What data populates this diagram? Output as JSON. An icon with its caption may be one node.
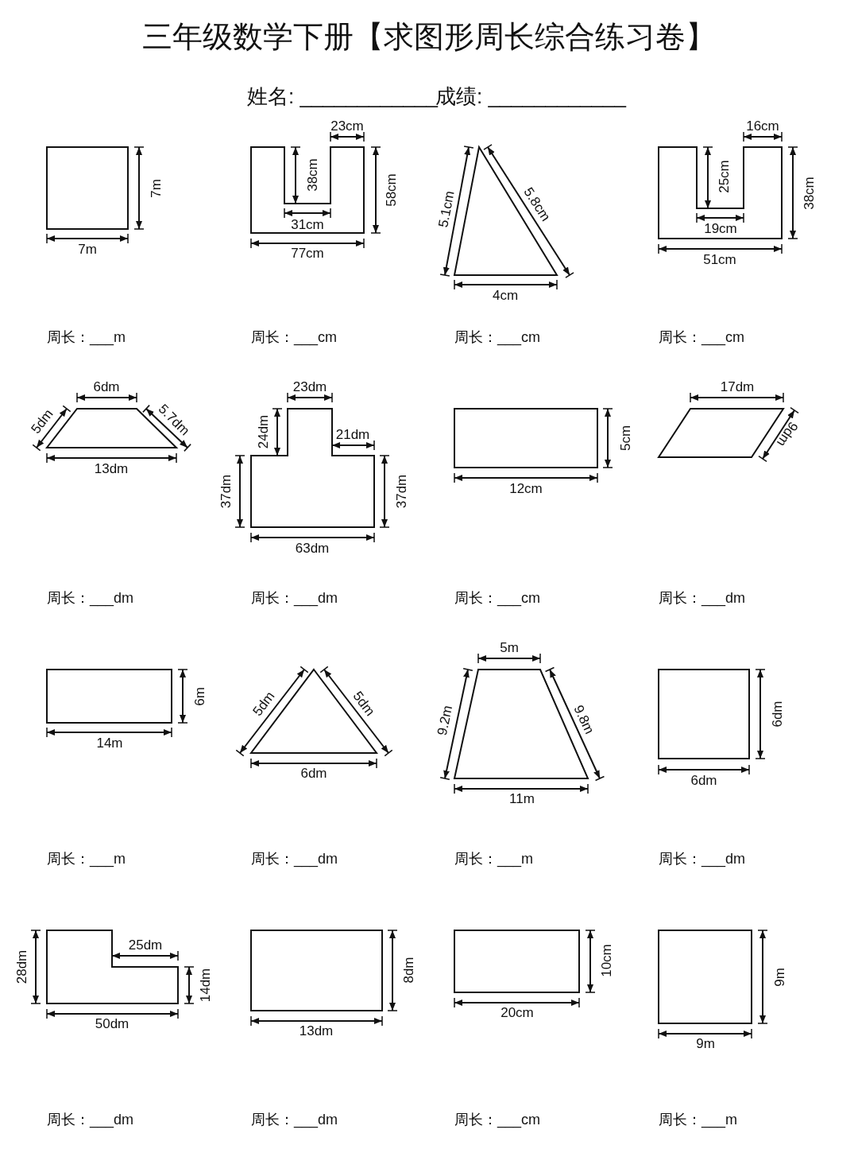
{
  "diagram": {
    "title": "三年级数学下册【求图形周长综合练习卷】",
    "labels": [
      "姓名: ____________",
      "成绩: ____________",
      "7m",
      "7m",
      "周长：___m",
      "23cm",
      "38cm",
      "31cm",
      "58cm",
      "77cm",
      "周长：___cm",
      "5.1cm",
      "5.8cm",
      "4cm",
      "周长：___cm",
      "16cm",
      "25cm",
      "19cm",
      "38cm",
      "51cm",
      "周长：___cm",
      "6dm",
      "5dm",
      "5.7dm",
      "13dm",
      "周长：___dm",
      "23dm",
      "24dm",
      "21dm",
      "37dm",
      "37dm",
      "63dm",
      "周长：___dm",
      "5cm",
      "12cm",
      "周长：___cm",
      "17dm",
      "9dm",
      "周长：___dm",
      "6m",
      "14m",
      "周长：___m",
      "5dm",
      "5dm",
      "6dm",
      "周长：___dm",
      "5m",
      "9.2m",
      "9.8m",
      "11m",
      "周长：___m",
      "6dm",
      "6dm",
      "周长：___dm",
      "28dm",
      "25dm",
      "14dm",
      "50dm",
      "周长：___dm",
      "8dm",
      "13dm",
      "周长：___dm",
      "10cm",
      "20cm",
      "周长：___cm",
      "9m",
      "9m",
      "周长：___m"
    ]
  }
}
